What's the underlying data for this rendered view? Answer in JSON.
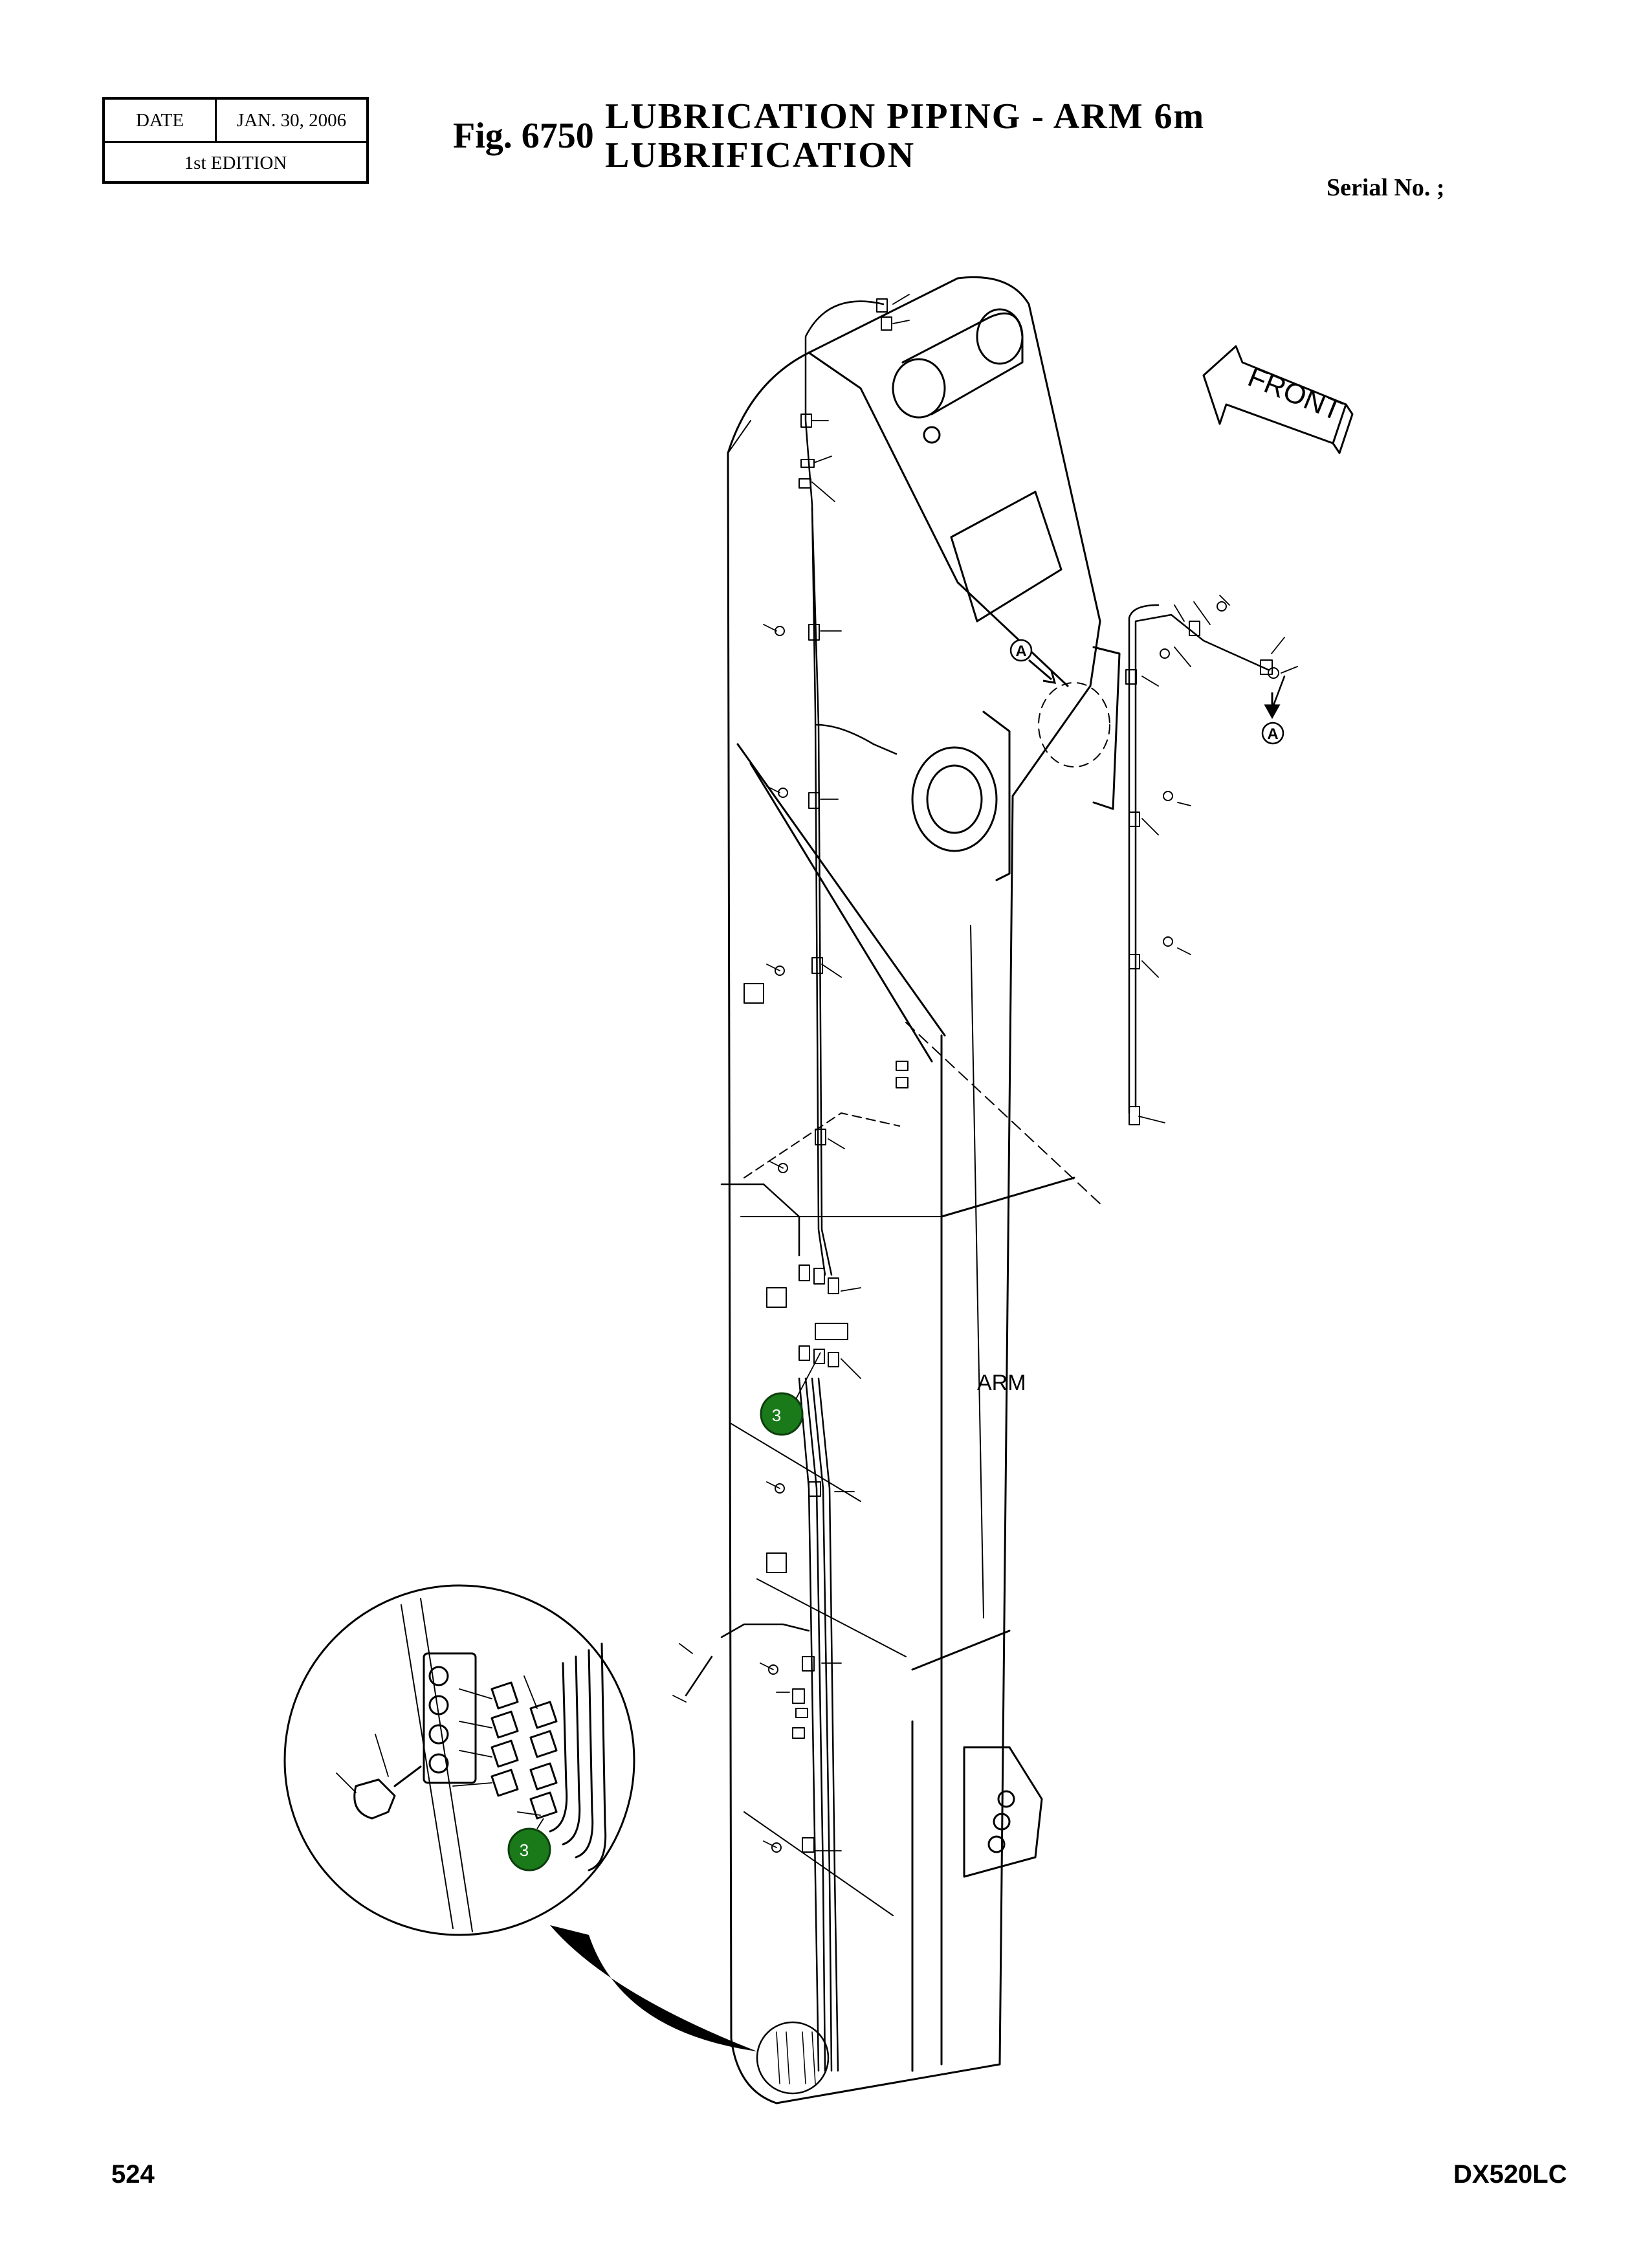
{
  "header": {
    "date_label": "DATE",
    "date_value": "JAN. 30, 2006",
    "edition": "1st EDITION",
    "fig_number": "Fig. 6750",
    "title_line1": "LUBRICATION PIPING - ARM 6m",
    "title_line2": "LUBRIFICATION",
    "serial": "Serial No. ;"
  },
  "diagram": {
    "front_label": "FRONT",
    "arm_label": "ARM",
    "view_marker": "A",
    "callouts": [
      {
        "number": "3",
        "color": "#1a7a1a"
      },
      {
        "number": "3",
        "color": "#1a7a1a"
      }
    ]
  },
  "footer": {
    "page_number": "524",
    "model": "DX520LC"
  }
}
